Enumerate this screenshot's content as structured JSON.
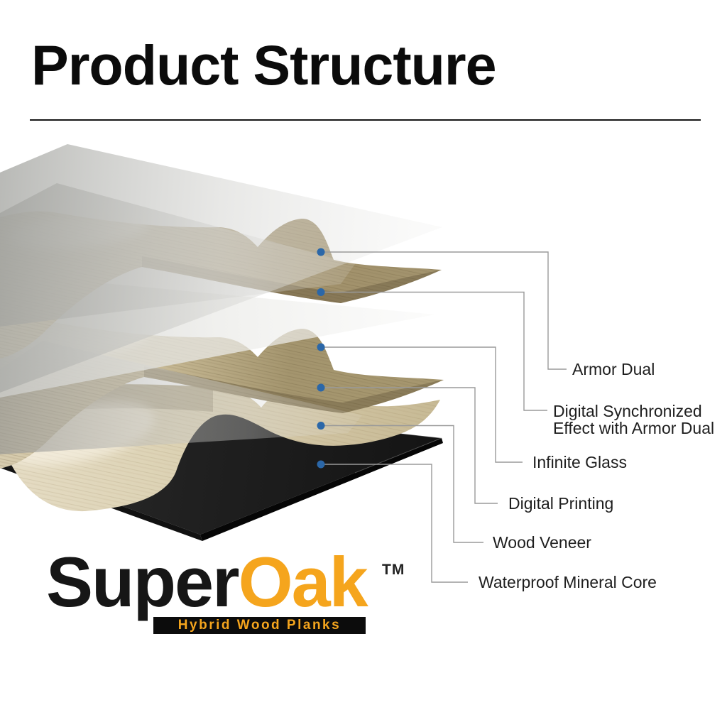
{
  "title": "Product Structure",
  "callouts": [
    {
      "id": "armor-dual",
      "lines": [
        "Armor Dual"
      ]
    },
    {
      "id": "digital-synchronized-effect",
      "lines": [
        "Digital Synchronized",
        "Effect with Armor Dual"
      ]
    },
    {
      "id": "infinite-glass",
      "lines": [
        "Infinite Glass"
      ]
    },
    {
      "id": "digital-printing",
      "lines": [
        "Digital Printing"
      ]
    },
    {
      "id": "wood-veneer",
      "lines": [
        "Wood Veneer"
      ]
    },
    {
      "id": "waterproof-mineral-core",
      "lines": [
        "Waterproof Mineral Core"
      ]
    }
  ],
  "logo": {
    "brand_black": "Super",
    "brand_accent": "Oak",
    "trademark": "TM",
    "tagline": "Hybrid Wood Planks"
  },
  "colors": {
    "accent_orange": "#F5A51D",
    "dot_blue": "#2B67A8",
    "line_gray": "#9A9A9A",
    "ink": "#111111"
  }
}
